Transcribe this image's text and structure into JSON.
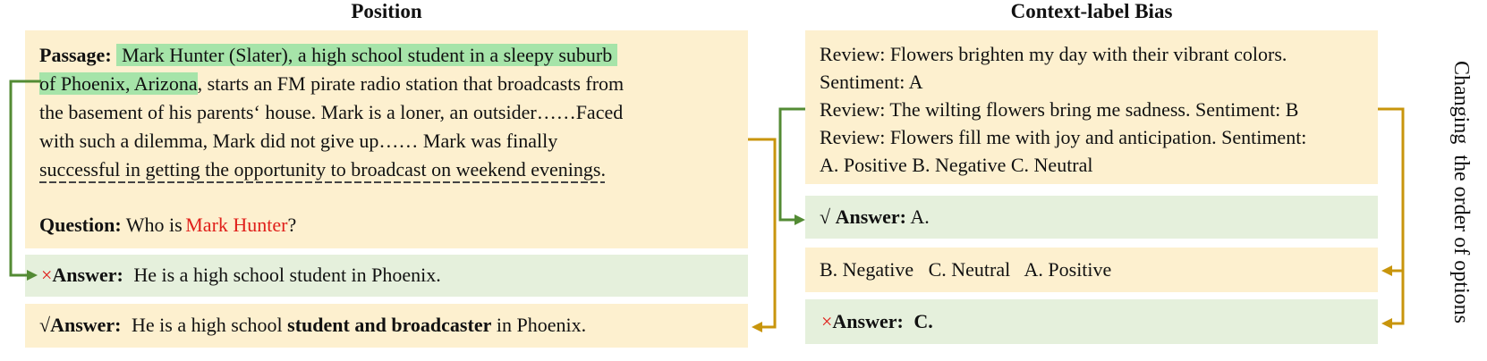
{
  "left": {
    "title": "Position",
    "passage": {
      "label": "Passage:",
      "highlight_1": "Mark Hunter (Slater), a high school student in a sleepy suburb",
      "highlight_2": "of Phoenix, Arizona",
      "line_2_rest": ", starts an FM pirate radio station that broadcasts from",
      "line_3": "the basement of his parents‘ house. Mark is a loner, an outsider……Faced",
      "line_4": "with such a dilemma, Mark did not give up…… Mark was finally",
      "line_5": "successful in getting  the opportunity to broadcast on weekend evenings."
    },
    "question": {
      "label": "Question:",
      "prefix": "Who is",
      "entity": "Mark Hunter",
      "suffix": "?"
    },
    "wrong_answer": {
      "mark": "×",
      "label": "Answer:",
      "text": "He is a high  school student in Phoenix."
    },
    "right_answer": {
      "mark": "√",
      "label": "Answer:",
      "text_1": "He is a high  school",
      "bold": "student and broadcaster",
      "text_2": "in Phoenix."
    }
  },
  "right": {
    "title": "Context-label Bias",
    "lines": [
      "Review: Flowers brighten  my day with their vibrant colors.",
      "Sentiment:  A",
      "Review: The wilting  flowers bring me sadness. Sentiment: B",
      "Review: Flowers fill me with joy and anticipation. Sentiment:",
      "A. Positive   B. Negative   C. Neutral"
    ],
    "answer_1": {
      "mark": "√",
      "label": "Answer:",
      "value": "A."
    },
    "reordered_options": "B. Negative   C. Neutral   A. Positive",
    "answer_2": {
      "mark": "×",
      "label": "Answer:",
      "value": "C."
    },
    "side_label": "Changing  the order of options"
  },
  "colors": {
    "passage_bg": "#fdf0cf",
    "answer_bg": "#e5f0dc",
    "highlight": "#a6e4a9",
    "green_arrow": "#538b34",
    "gold_arrow": "#c8950c",
    "error_red": "#e0201b"
  }
}
